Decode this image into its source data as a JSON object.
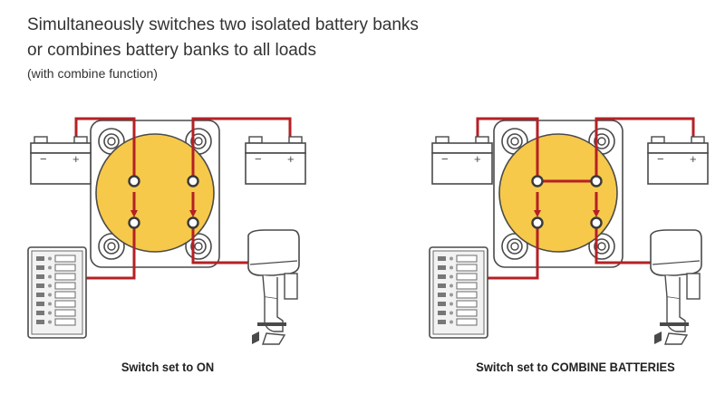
{
  "header": {
    "line1": "Simultaneously switches two isolated battery banks",
    "line2": "or combines battery banks to all loads",
    "line3": "(with combine function)"
  },
  "diagrams": [
    {
      "caption": "Switch set to ON",
      "mode": "on"
    },
    {
      "caption": "Switch set to COMBINE BATTERIES",
      "mode": "combine"
    }
  ],
  "battery": {
    "neg_symbol": "−",
    "pos_symbol": "+"
  },
  "colors": {
    "wire": "#b52025",
    "switch_face": "#f6c94a",
    "outline": "#4a4a4a",
    "body": "#ffffff"
  }
}
